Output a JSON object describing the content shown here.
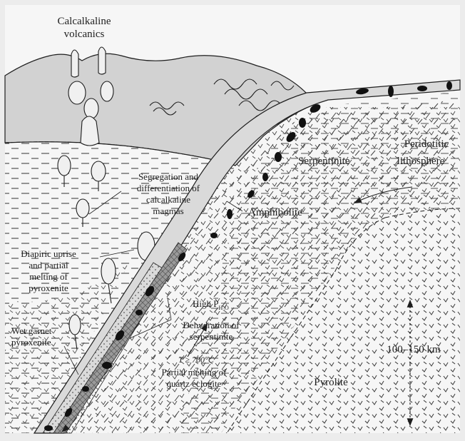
{
  "figure": {
    "colors": {
      "frame": "#ececec",
      "paper": "#f6f6f6",
      "crust_fill": "#d2d2d2",
      "serpentinite_fill": "#dadada",
      "eclogite_fill": "#9a9a9a",
      "ink": "#1e1e1e"
    },
    "labels": {
      "volcanics_line1": "Calcalkaline",
      "volcanics_line2": "volcanics",
      "peridotitic": "Peridotitic",
      "lithosphere": "lithosphere",
      "serpentinite": "Serpentinite",
      "amphibolite": "Amphibolite",
      "segregation_line1": "Segregation and",
      "segregation_line2": "differentiation of",
      "segregation_line3": "calcalkaline",
      "segregation_line4": "magmas",
      "diapiric_line1": "Diapiric uprise",
      "diapiric_line2": "and partial",
      "diapiric_line3": "melting of",
      "diapiric_line4": "pyroxenite",
      "high_p": "High P",
      "high_p_sub": "H₂O",
      "dehydration_line1": "Dehydration of",
      "dehydration_line2": "serpentinite",
      "wet_garnet_line1": "Wet garnet",
      "wet_garnet_line2": "pyroxenite",
      "temperature": "T ≥ 700°C",
      "partial_melting_line1": "Partial melting of",
      "partial_melting_line2": "quartz eclogite",
      "depth_range": "100–150 km",
      "pyrolite": "Pyrolite"
    }
  }
}
